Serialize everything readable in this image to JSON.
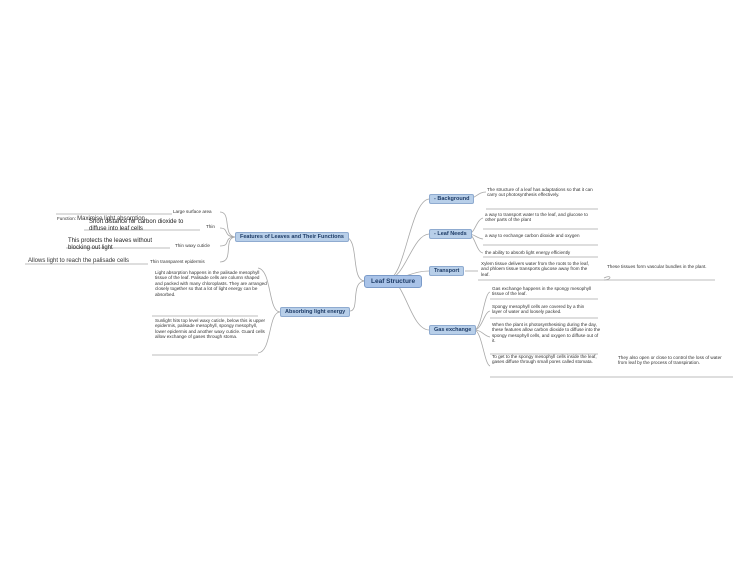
{
  "central": "Leaf Structure",
  "right": {
    "background": {
      "label": "- Background",
      "text": "The structure of a leaf has adaptations so that it can carry out photosynthesis effectively."
    },
    "leaf_needs": {
      "label": "- Leaf Needs",
      "items": [
        "a way to transport water to the leaf, and glucose to other parts of the plant",
        "a way to exchange carbon dioxide and oxygen",
        "the ability to absorb light energy efficiently"
      ]
    },
    "transport": {
      "label": "Transport",
      "text": "Xylem tissue delivers water from the roots to the leaf, and phloem tissue transports glucose away from the leaf.",
      "note": "These tissues form vascular bundles in the plant."
    },
    "gas_exchange": {
      "label": "Gas exchange",
      "items": [
        "Gas exchange happens in the spongy mesophyll tissue of the leaf.",
        "Spongy mesophyll cells are covered by a thin layer of water and loosely packed.",
        "When the plant is photosynthesising during the day, these features allow carbon dioxide to diffuse into the spongy mesophyll cells, and oxygen to diffuse out of it.",
        "To get to the spongy mesophyll cells inside the leaf, gases diffuse through small pores called stomata."
      ],
      "note": "They also open or close to control the loss of water from leaf by the process of transpiration."
    }
  },
  "left": {
    "features": {
      "label": "Features of Leaves and Their Functions",
      "items": [
        {
          "label": "Large surface area",
          "prefix": "Function: ",
          "detail": "Maximise light absorption"
        },
        {
          "label": "Thin",
          "detail": "Short distance for carbon dioxide to diffuse into leaf cells"
        },
        {
          "label": "Thin waxy cuticle",
          "detail": "This protects the leaves without blocking out light"
        },
        {
          "label": "Thin transparent epidermis",
          "detail": "Allows light to reach the palisade cells"
        }
      ]
    },
    "absorbing": {
      "label": "Absorbing light energy",
      "items": [
        "Light absorption happens in the palisade mesophyll tissue of the leaf. Palisade cells are column shaped and packed with many chloroplasts. They are arranged closely together so that a lot of light energy can be absorbed.",
        "Sunlight hits top level waxy cuticle, below this is upper epidermis, palisade mesophyll, spongy mesophyll, lower epidermis and another waxy cuticle. Guard cells allow exchange of gases through stoma."
      ]
    }
  }
}
